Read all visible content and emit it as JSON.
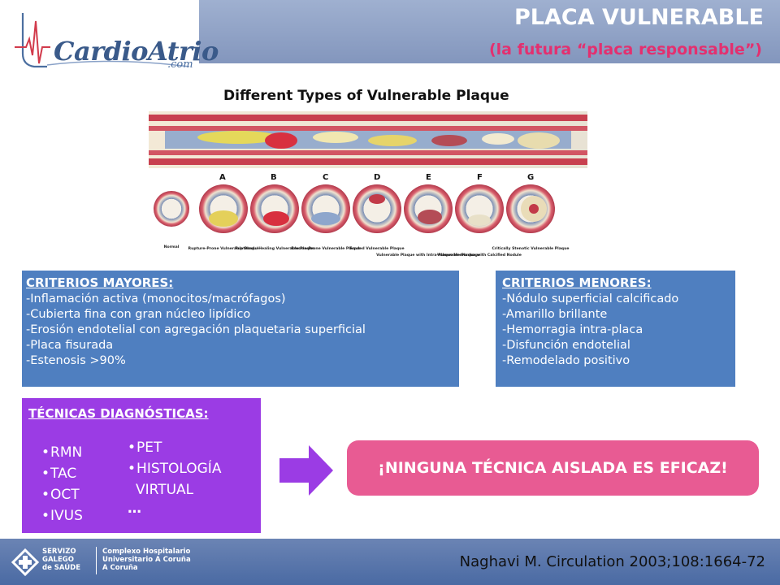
{
  "header": {
    "logo_text": "CardioAtrio",
    "logo_domain": ".com",
    "title": "PLACA VULNERABLE",
    "subtitle": "(la futura “placa responsable”)"
  },
  "figure": {
    "title": "Different Types of Vulnerable Plaque",
    "letters": [
      "A",
      "B",
      "C",
      "D",
      "E",
      "F",
      "G"
    ],
    "captions": [
      "Normal",
      "Rupture-Prone Vulnerable Plaque",
      "Ruptured / Healing Vulnerable Plaque",
      "Erosion-Prone Vulnerable Plaque",
      "Eroded Vulnerable Plaque",
      "Vulnerable Plaque with Intra-Plaque Hemorrhage",
      "Vulnerable Plaque with Calcified Nodule",
      "Critically Stenotic Vulnerable Plaque"
    ]
  },
  "criterios_mayores": {
    "heading": "CRITERIOS MAYORES:",
    "items": [
      "-Inflamación activa (monocitos/macrófagos)",
      "-Cubierta fina con gran núcleo lipídico",
      "-Erosión endotelial con agregación plaquetaria superficial",
      "-Placa fisurada",
      "-Estenosis >90%"
    ]
  },
  "criterios_menores": {
    "heading": "CRITERIOS MENORES:",
    "items": [
      "-Nódulo superficial calcificado",
      "-Amarillo brillante",
      "-Hemorragia intra-placa",
      "-Disfunción endotelial",
      "-Remodelado positivo"
    ]
  },
  "tecnicas": {
    "heading": "TÉCNICAS DIAGNÓSTICAS:",
    "col1": [
      "RMN",
      "TAC",
      "OCT",
      "IVUS"
    ],
    "col2": [
      "PET",
      "HISTOLOGÍA"
    ],
    "col2_cont": "VIRTUAL",
    "more": "…"
  },
  "banner": {
    "text": "¡NINGUNA TÉCNICA AISLADA ES EFICAZ!"
  },
  "footer": {
    "org_line1": "SERVIZO",
    "org_line2": "GALEGO",
    "org_line3": "de SAÚDE",
    "hosp_line1": "Complexo Hospitalario",
    "hosp_line2": "Universitario A Coruña",
    "hosp_line3": "A Coruña",
    "citation": "Naghavi M. Circulation 2003;108:1664-72"
  },
  "colors": {
    "header": "#8396bd",
    "criteria_box": "#4f7fc0",
    "tech_box": "#9b3ce4",
    "banner": "#e85b93",
    "subtitle": "#e3306f"
  }
}
